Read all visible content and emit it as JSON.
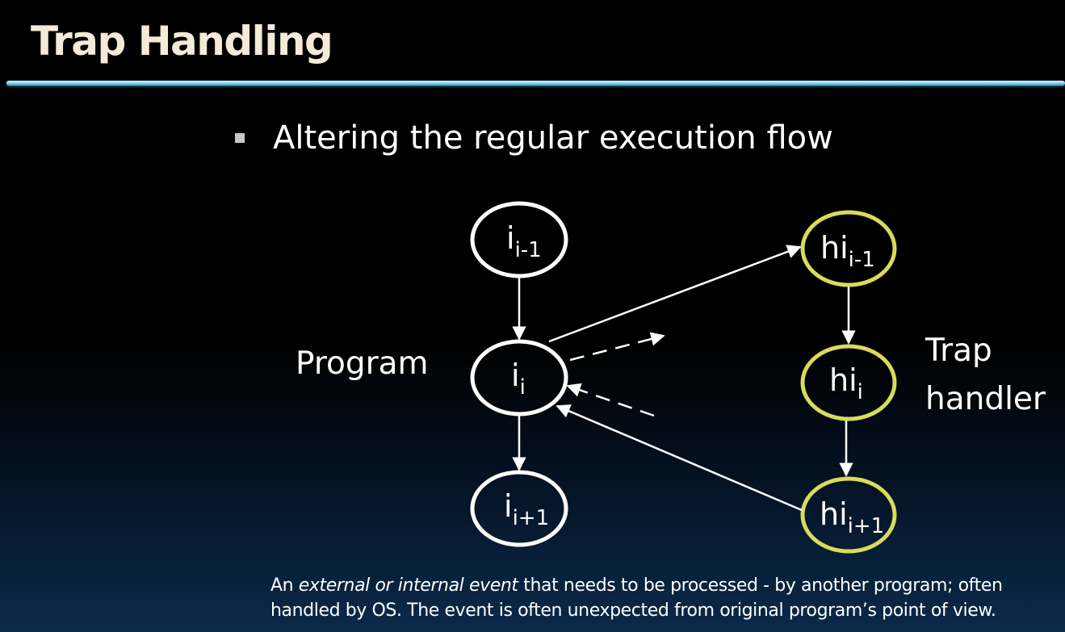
{
  "title": "Trap Handling",
  "bullet": "Altering the regular execution flow",
  "diagram": {
    "program_label": "Program",
    "handler_label_line1": "Trap",
    "handler_label_line2": "handler",
    "program_nodes": [
      {
        "base": "i",
        "sub": "i-1"
      },
      {
        "base": "i",
        "sub": "i"
      },
      {
        "base": "i",
        "sub": "i+1"
      }
    ],
    "handler_nodes": [
      {
        "base": "hi",
        "sub": "i-1"
      },
      {
        "base": "hi",
        "sub": "i"
      },
      {
        "base": "hi",
        "sub": "i+1"
      }
    ],
    "colors": {
      "program_node": "#ffffff",
      "handler_node": "#d8dc5a",
      "arrow": "#ffffff"
    }
  },
  "caption": {
    "part1": "An ",
    "emphasis": "external or internal event",
    "part2": " that needs to be processed - by another program; often handled by OS. The event is often unexpected from original program’s point of view."
  }
}
